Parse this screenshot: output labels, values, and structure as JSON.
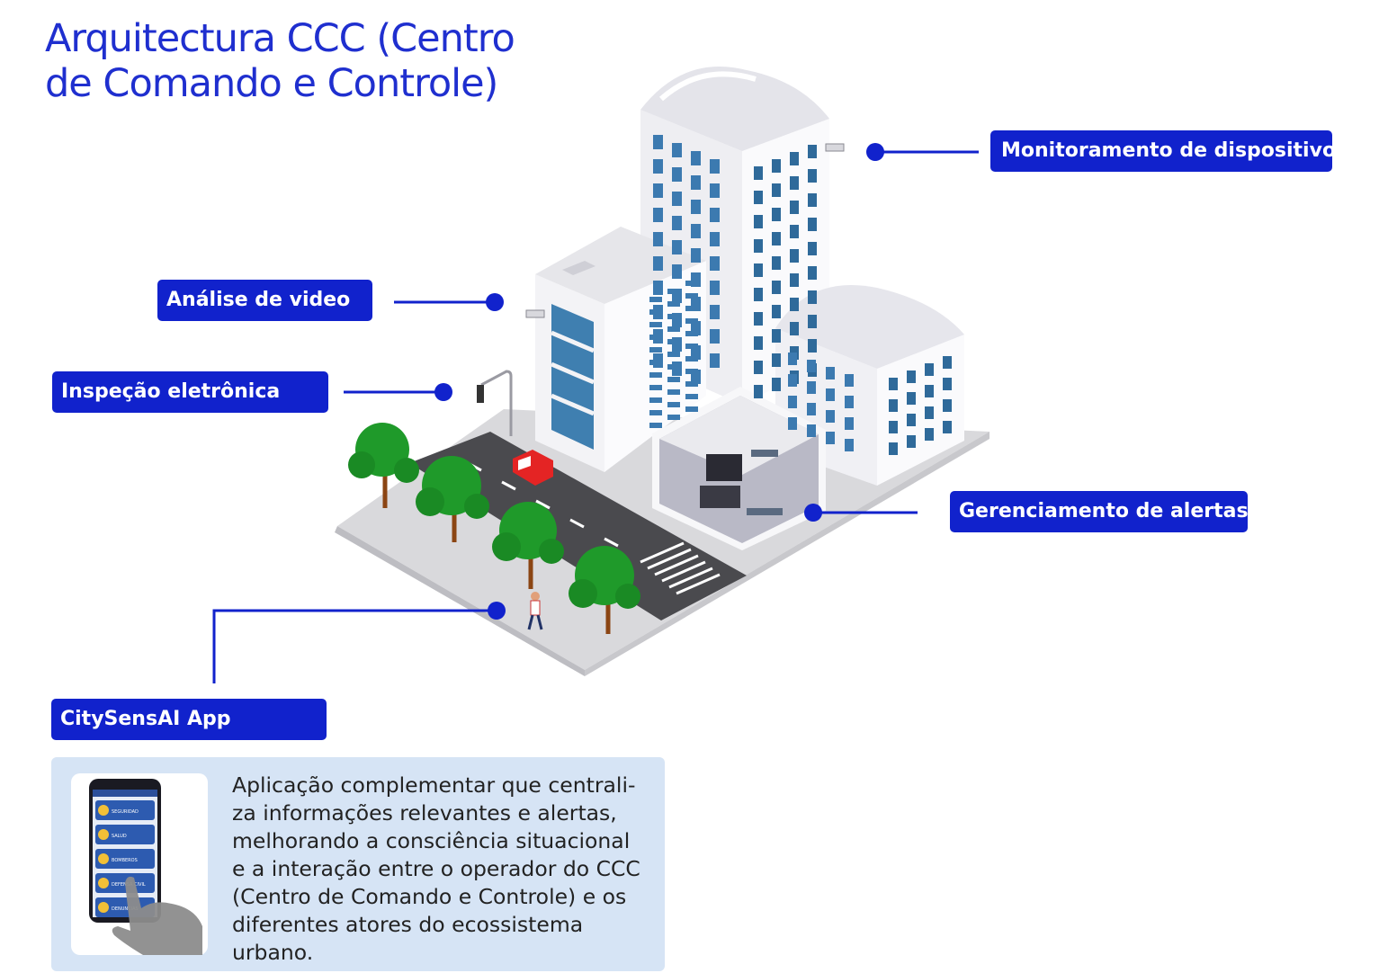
{
  "title_lines": [
    "Arquitectura CCC (Centro",
    "de Comando e Controle)"
  ],
  "labels": {
    "monitoring": "Monitoramento de dispositivos",
    "video": "Análise de video",
    "inspection": "Inspeção eletrônica",
    "alerts": "Gerenciamento de alertas",
    "app": "CitySensAI App"
  },
  "app_description_lines": [
    "Aplicação complementar que centrali-",
    "za informações relevantes e alertas,",
    "melhorando a consciência situacional",
    "e a interação entre o operador do CCC",
    "(Centro de Comando e Controle) e os",
    "diferentes atores do ecossistema",
    "urbano."
  ],
  "phone_menu": [
    "SEGURIDAD",
    "SALUD",
    "BOMBEROS",
    "DEFENSA CIVIL",
    "DENUNCIAS"
  ],
  "colors": {
    "accent": "#1122cc",
    "title": "#1f2fcf",
    "card_bg": "#d6e4f5"
  }
}
